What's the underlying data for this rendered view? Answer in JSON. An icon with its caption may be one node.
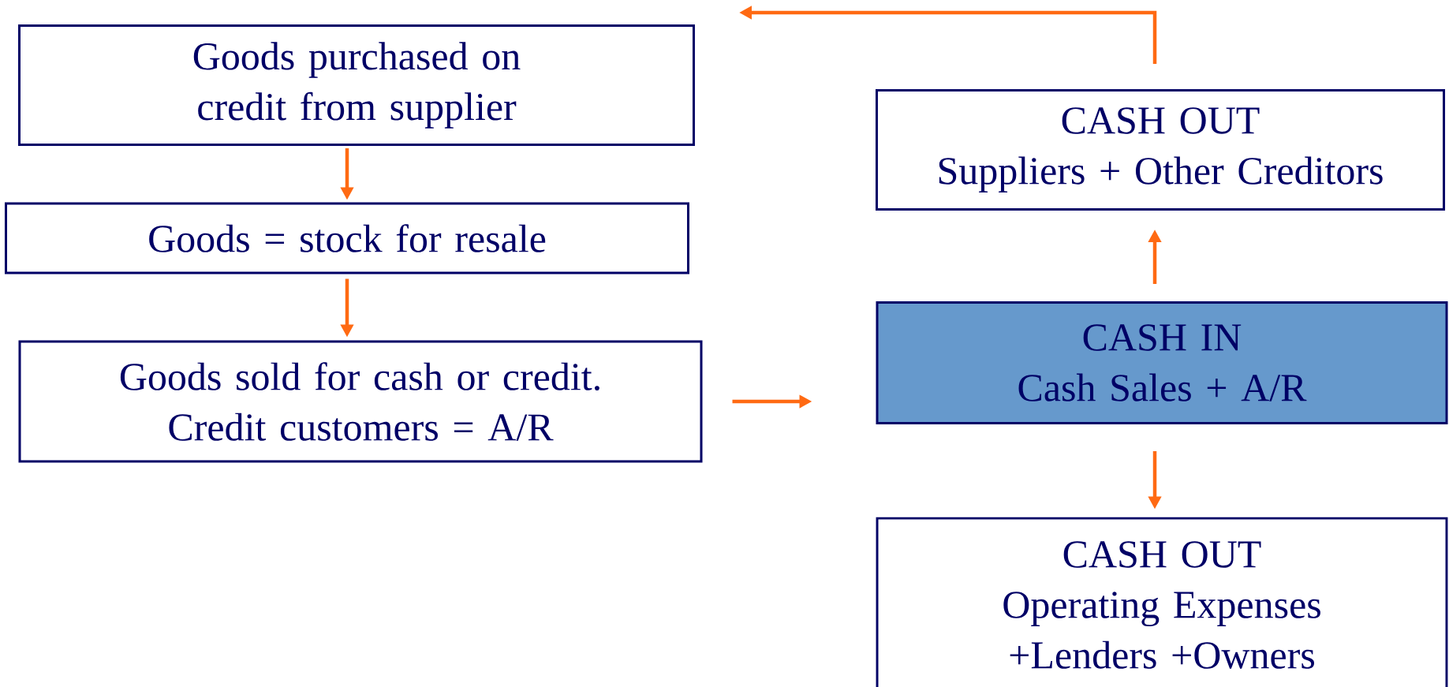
{
  "diagram": {
    "nodes": [
      {
        "text": [
          "Goods purchased on credit from supplier"
        ]
      },
      {
        "text": [
          "Goods = stock for resale"
        ]
      },
      {
        "text": [
          "Goods sold for cash or credit. Credit customers = A/R"
        ]
      },
      {
        "text": [
          "CASH OUT",
          "Suppliers + Other Creditors"
        ]
      },
      {
        "text": [
          "CASH IN",
          "Cash Sales + A/R"
        ]
      },
      {
        "text": [
          "CASH OUT",
          "Operating Expenses +Lenders +Owners"
        ]
      }
    ],
    "edges": [
      {
        "from": 0,
        "to": 1,
        "arrow": "to"
      },
      {
        "from": 1,
        "to": 2,
        "arrow": "to"
      },
      {
        "from": 2,
        "to": 4,
        "arrow": "to"
      },
      {
        "from": 4,
        "to": 3,
        "arrow": "to"
      },
      {
        "from": 4,
        "to": 5,
        "arrow": "to"
      },
      {
        "from": 3,
        "to": null,
        "arrow": "to"
      }
    ]
  }
}
